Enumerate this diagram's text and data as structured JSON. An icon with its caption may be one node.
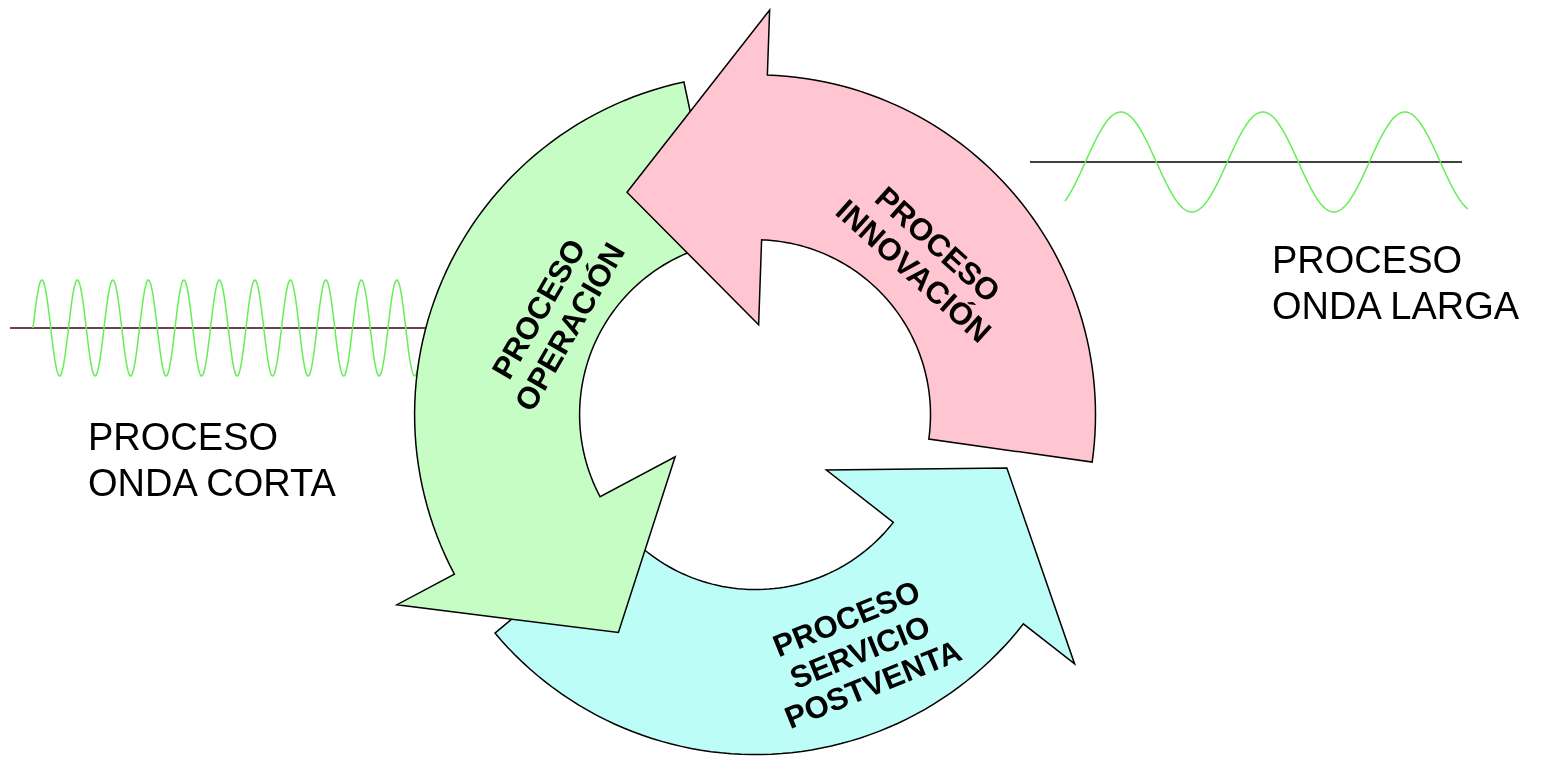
{
  "diagram": {
    "nodes": [
      {
        "text": [
          "PROCESO INNOVACIÓN"
        ]
      },
      {
        "text": [
          "PROCESO OPERACIÓN"
        ]
      },
      {
        "text": [
          "PROCESO SERVICIO POSTVENTA"
        ]
      }
    ],
    "labels": [
      "PROCESO ONDA LARGA",
      "PROCESO ONDA CORTA"
    ]
  }
}
